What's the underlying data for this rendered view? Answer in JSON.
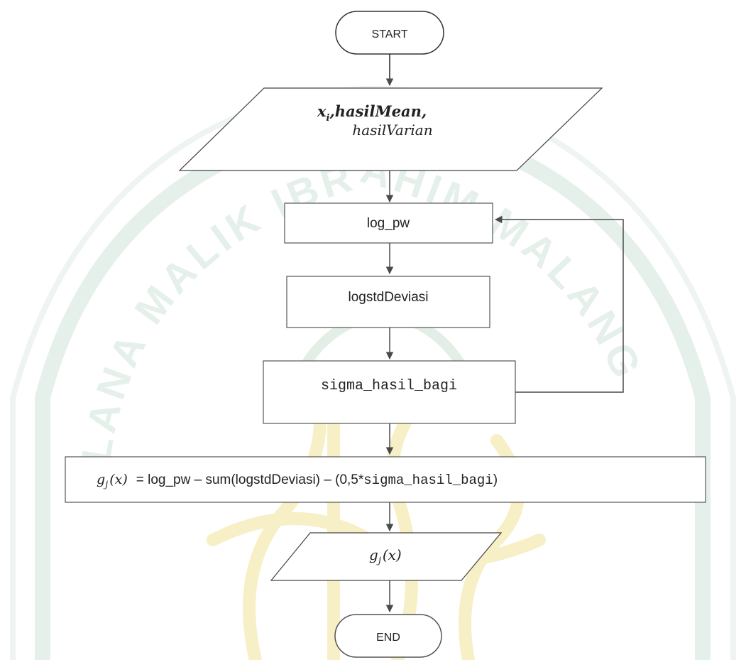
{
  "watermark": {
    "institution_name": "UNIVERSITAS ISLAM NEGERI MAULANA MALIK IBRAHIM MALANG",
    "colors": {
      "green": "#dfece4",
      "gold": "#f7f0c8"
    }
  },
  "flowchart": {
    "start_label": "START",
    "input_line1": "x",
    "input_line1_sub": "i",
    "input_line1_rest": ",hasilMean,",
    "input_line2": "hasilVarian",
    "step1": "log_pw",
    "step2": "logstdDeviasi",
    "step3": "sigma_hasil_bagi",
    "formula_g": "g",
    "formula_sub": "j",
    "formula_x": "(x)",
    "formula_text": "= log_pw – sum(logstdDeviasi) – (0,5*",
    "formula_mono": "sigma_hasil_bagi",
    "formula_close": ")",
    "output_g": "g",
    "output_sub": "j",
    "output_x": "(x)",
    "end_label": "END"
  },
  "colors": {
    "line": "#4a4a4a",
    "box_fill": "#ffffff",
    "box_stroke": "#555555"
  }
}
